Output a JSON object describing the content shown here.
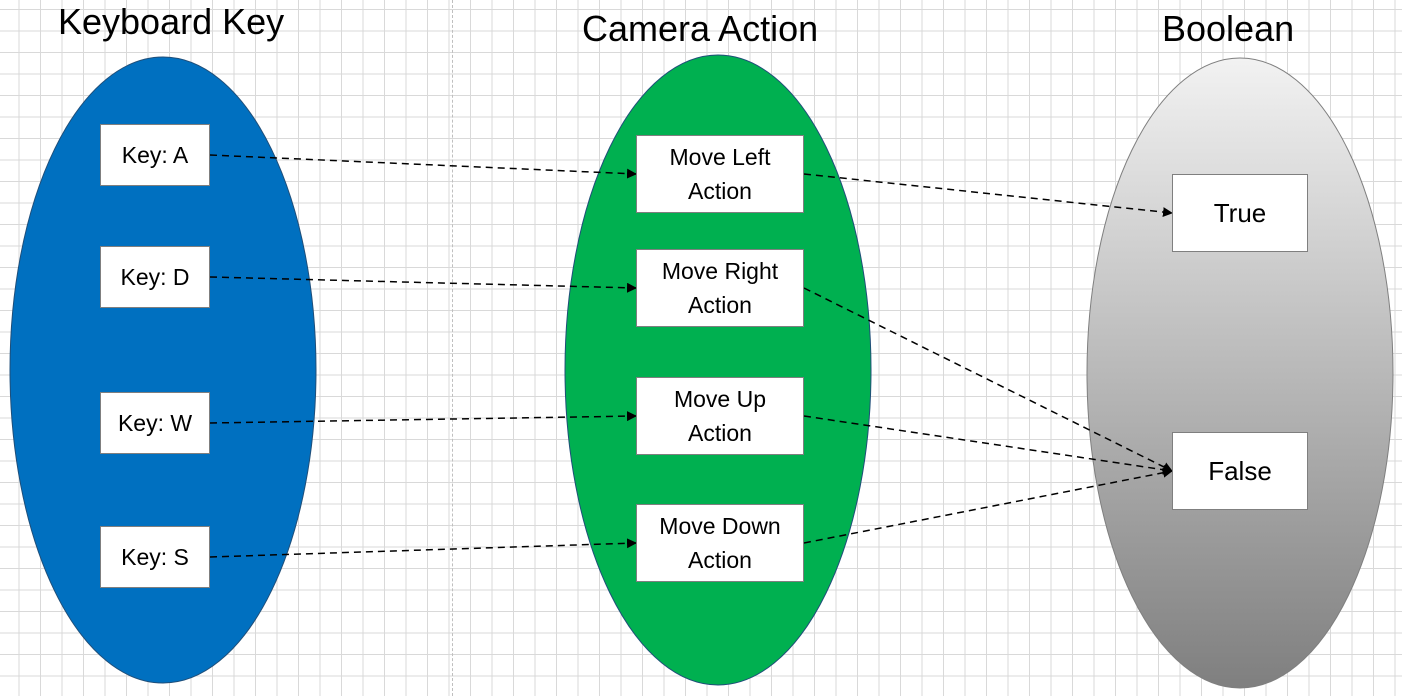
{
  "groups": {
    "keyboard": {
      "title": "Keyboard Key",
      "fill": "#0070C0"
    },
    "camera": {
      "title": "Camera Action",
      "fill": "#00B050"
    },
    "boolean": {
      "title": "Boolean",
      "fill_top": "#F2F2F2",
      "fill_bottom": "#7F7F7F"
    }
  },
  "keys": [
    {
      "id": "key-a",
      "label": "Key: A"
    },
    {
      "id": "key-d",
      "label": "Key: D"
    },
    {
      "id": "key-w",
      "label": "Key: W"
    },
    {
      "id": "key-s",
      "label": "Key: S"
    }
  ],
  "actions": [
    {
      "id": "move-left",
      "label": "Move Left Action"
    },
    {
      "id": "move-right",
      "label": "Move Right Action"
    },
    {
      "id": "move-up",
      "label": "Move Up Action"
    },
    {
      "id": "move-down",
      "label": "Move Down Action"
    }
  ],
  "booleans": [
    {
      "id": "true",
      "label": "True"
    },
    {
      "id": "false",
      "label": "False"
    }
  ],
  "edges": [
    {
      "from": "key-a",
      "to": "move-left"
    },
    {
      "from": "key-d",
      "to": "move-right"
    },
    {
      "from": "key-w",
      "to": "move-up"
    },
    {
      "from": "key-s",
      "to": "move-down"
    },
    {
      "from": "move-left",
      "to": "true"
    },
    {
      "from": "move-right",
      "to": "false"
    },
    {
      "from": "move-up",
      "to": "false"
    },
    {
      "from": "move-down",
      "to": "false"
    }
  ],
  "edge_style": {
    "color": "#000000",
    "dashed": true
  }
}
